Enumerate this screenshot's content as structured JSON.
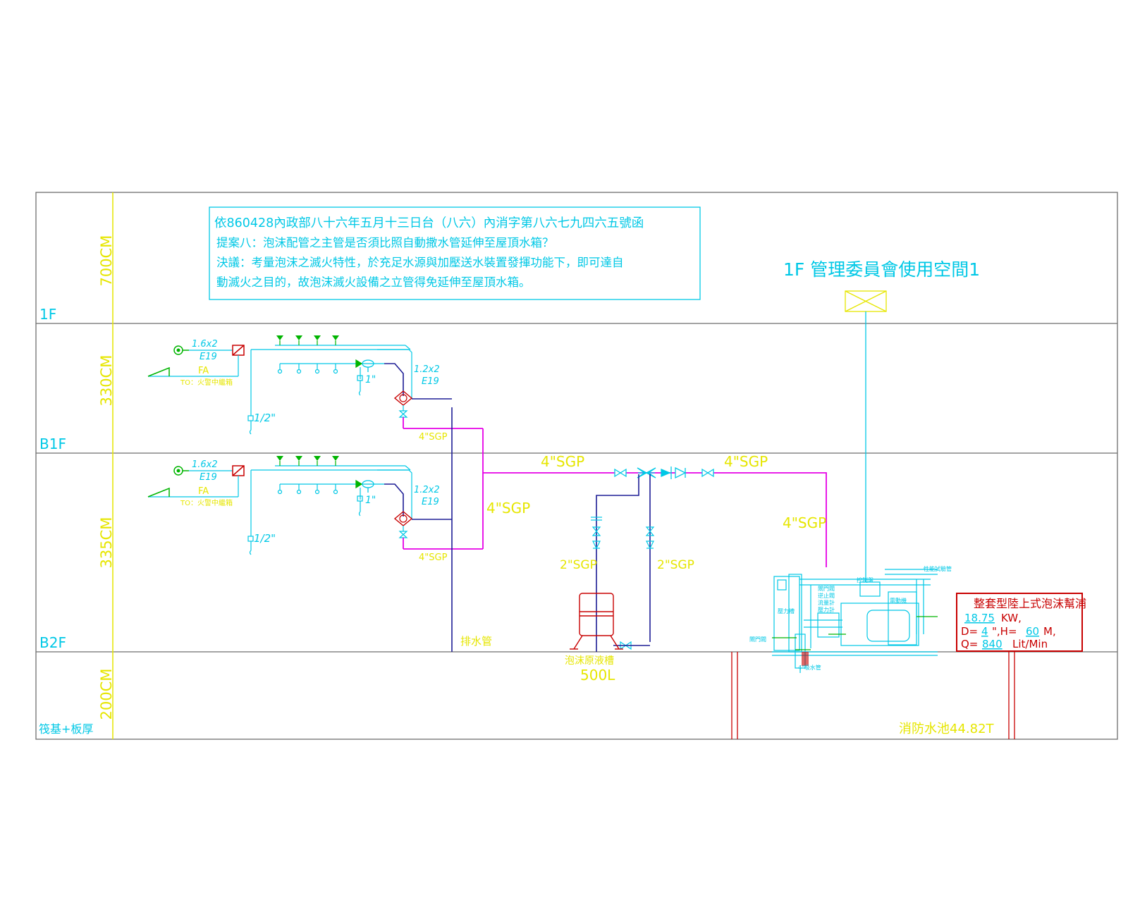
{
  "colors": {
    "frame": "#6e6e6e",
    "cyan": "#00c8e6",
    "yellow": "#e6e600",
    "green": "#00b400",
    "red": "#c80000",
    "magenta": "#e600e6",
    "blue": "#1e1e96"
  },
  "floors": {
    "f1": {
      "name": "1F",
      "height": "700CM"
    },
    "b1f": {
      "name": "B1F",
      "height": "330CM"
    },
    "b2f": {
      "name": "B2F",
      "height": "335CM"
    },
    "base": {
      "name": "筏基+板厚",
      "height": "200CM"
    }
  },
  "note": {
    "line1": "依860428內政部八十六年五月十三日台（八六）內消字第八六七九四六五號函",
    "line2": "提案八：泡沫配管之主管是否須比照自動撒水管延伸至屋頂水箱？",
    "line3": "決議：考量泡沫之滅火特性，於充足水源與加壓送水裝置發揮功能下，即可達自",
    "line4": "動滅火之目的，故泡沫滅火設備之立管得免延伸至屋頂水箱。"
  },
  "room_label": "1F 管理委員會使用空間1",
  "zone": {
    "wire1": "1.6x2",
    "conduit1": "E19",
    "fa": "FA",
    "to_label": "TO：火警中繼箱",
    "wire2": "1.2x2",
    "conduit2": "E19",
    "pipe_1in": "1\"",
    "pipe_half": "1/2\"",
    "pipe_4in": "4\"SGP"
  },
  "pipes": {
    "main_left": "4\"SGP",
    "main_right": "4\"SGP",
    "riser": "4\"SGP",
    "down_to_pump": "4\"SGP",
    "branch_left": "2\"SGP",
    "branch_right": "2\"SGP",
    "drain": "排水管"
  },
  "tank": {
    "name": "泡沫原液槽",
    "volume": "500L"
  },
  "pump": {
    "title": "整套型陸上式泡沫幫浦",
    "power_value": "18.75",
    "power_unit": "KW,",
    "d_prefix": "D=",
    "d_value": "4",
    "d_unit": "\",H=",
    "h_value": "60",
    "h_unit": "M,",
    "q_prefix": "Q=",
    "q_value": "840",
    "q_unit": "Lit/Min"
  },
  "pump_labels": {
    "pressure_tank": "壓力槽",
    "gate_valve_left": "閘門閥",
    "gate_valve_top": "閘門閥",
    "check_valve": "逆止閥",
    "flow_meter": "流量計",
    "pressure_gauge": "壓力計",
    "control_panel": "控制盤",
    "motor": "電動機",
    "test_pipe": "性能試驗管",
    "suction_4in": "4\"吸水管"
  },
  "water_tank": "消防水池44.82T"
}
